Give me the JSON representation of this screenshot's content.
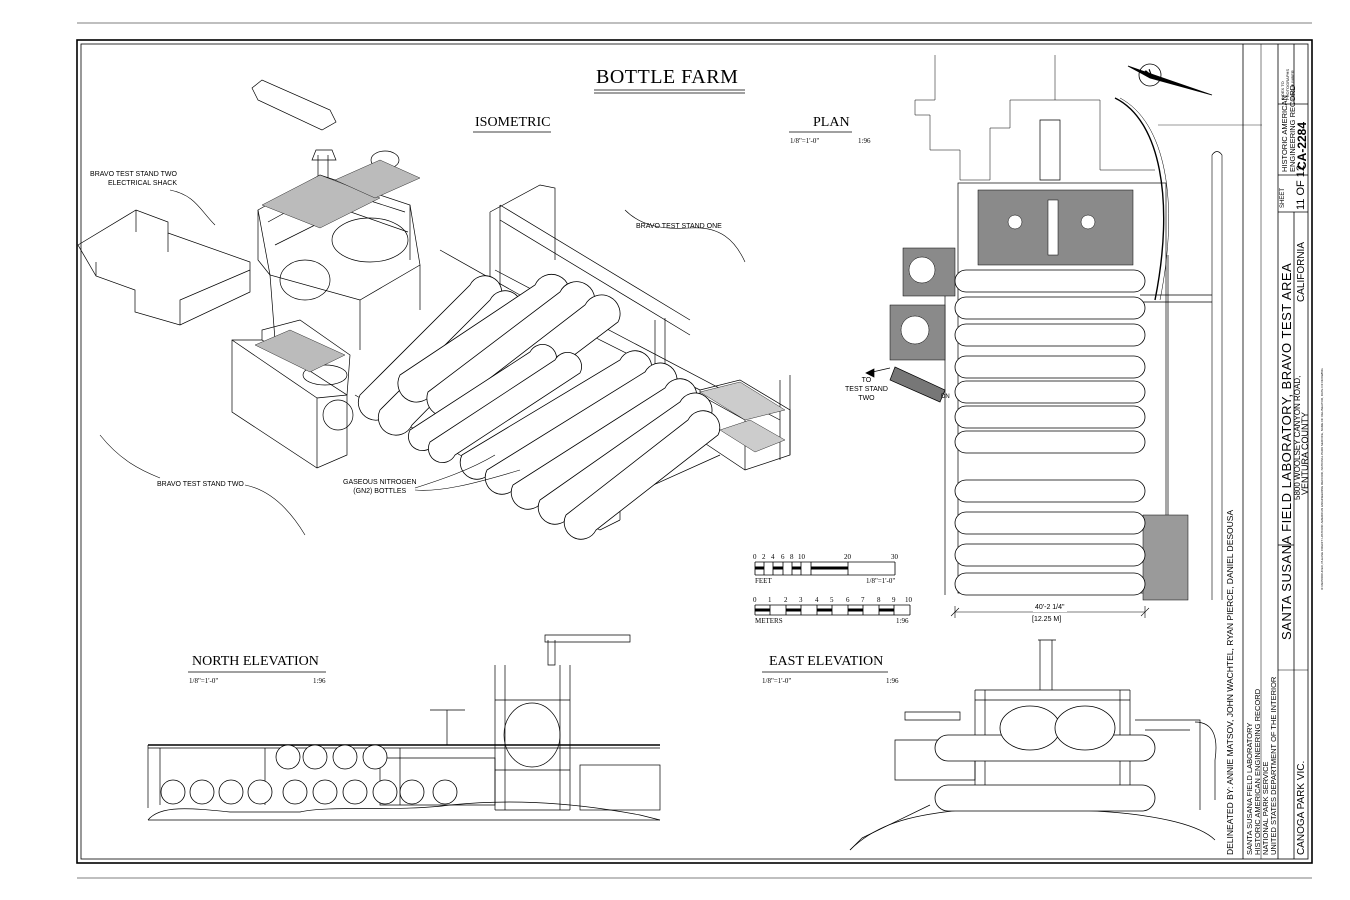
{
  "drawing_title": "BOTTLE FARM",
  "views": {
    "isometric": {
      "title": "ISOMETRIC"
    },
    "plan": {
      "title": "PLAN",
      "scale_imperial": "1/8\"=1'-0\"",
      "scale_ratio": "1:96"
    },
    "north_elevation": {
      "title": "NORTH ELEVATION",
      "scale_imperial": "1/8\"=1'-0\"",
      "scale_ratio": "1:96"
    },
    "east_elevation": {
      "title": "EAST ELEVATION",
      "scale_imperial": "1/8\"=1'-0\"",
      "scale_ratio": "1:96"
    }
  },
  "callouts": {
    "electrical_shack": [
      "BRAVO TEST STAND TWO",
      "ELECTRICAL SHACK"
    ],
    "test_stand_one": "BRAVO TEST STAND ONE",
    "test_stand_two": "BRAVO TEST STAND TWO",
    "gn2_bottles": [
      "GASEOUS NITROGEN",
      "(GN2) BOTTLES"
    ],
    "to_test_stand_two": [
      "TO",
      "TEST STAND",
      "TWO"
    ],
    "down": "DN"
  },
  "plan_dimension": {
    "imperial": "40'-2 1/4\"",
    "metric": "[12.25 M]"
  },
  "scale_bars": {
    "feet": {
      "ticks": [
        "0",
        "2",
        "4",
        "6",
        "8",
        "10",
        "20",
        "30"
      ],
      "unit": "FEET",
      "scale": "1/8\"=1'-0\""
    },
    "meters": {
      "ticks": [
        "0",
        "1",
        "2",
        "3",
        "4",
        "5",
        "6",
        "7",
        "8",
        "9",
        "10"
      ],
      "unit": "METERS",
      "scale": "1:96"
    }
  },
  "title_block": {
    "delineators": "DELINEATED BY: ANNIE MATSOV, JOHN WACHTEL, RYAN PIERCE, DANIEL DESOUSA",
    "agency_lines": [
      "SANTA SUSANA FIELD LABORATORY",
      "HISTORIC AMERICAN ENGINEERING RECORD",
      "NATIONAL PARK SERVICE",
      "UNITED STATES DEPARTMENT OF THE INTERIOR"
    ],
    "project_name": "SANTA SUSANA FIELD LABORATORY, BRAVO TEST AREA",
    "address": "5800 WOOLSEY CANYON ROAD,",
    "county": "VENTURA COUNTY",
    "city": "CANOGA PARK VIC.",
    "state": "CALIFORNIA",
    "sheet_label": "SHEET",
    "sheet_number": "11 OF 12",
    "record_name": [
      "HISTORIC AMERICAN",
      "ENGINEERING RECORD"
    ],
    "record_number": "CA-2284",
    "index_box": [
      "INDEX TO",
      "PHOTOGRAPHS",
      "FIELD NUMBER"
    ],
    "reproduction_note": "IF REPRODUCED, PLEASE CREDIT: HISTORIC AMERICAN ENGINEERING RECORD, NATIONAL PARK SERVICE, NAME OF DELINEATOR, DATE OF DRAWING"
  },
  "north_arrow": {
    "label": "N"
  }
}
